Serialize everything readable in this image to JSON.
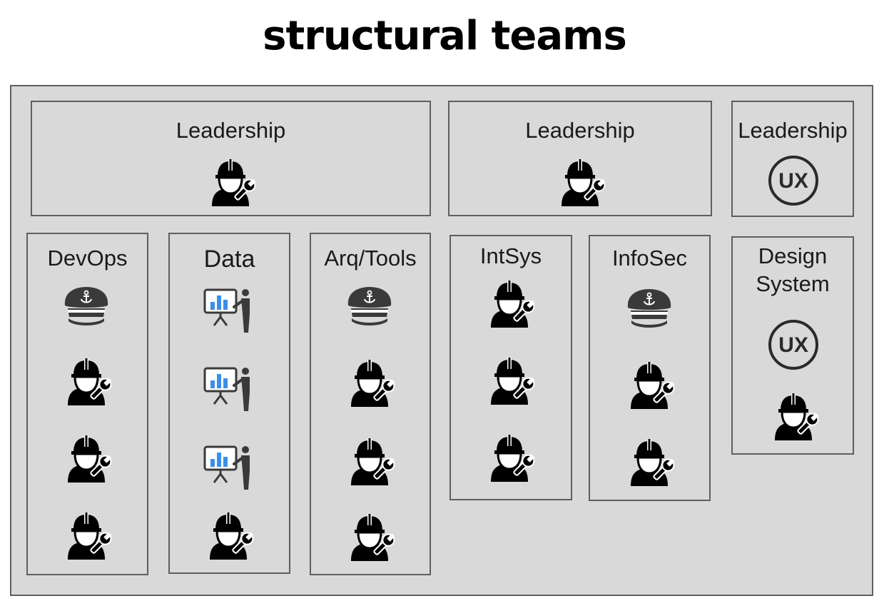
{
  "title": "structural teams",
  "teams": {
    "lead1": {
      "label": "Leadership",
      "icons": [
        "engineer-icon"
      ]
    },
    "lead2": {
      "label": "Leadership",
      "icons": [
        "engineer-icon"
      ]
    },
    "lead3": {
      "label": "Leadership",
      "icons": [
        "ux-icon"
      ]
    },
    "devops": {
      "label": "DevOps",
      "icons": [
        "captain-hat-icon",
        "engineer-icon",
        "engineer-icon",
        "engineer-icon"
      ]
    },
    "data": {
      "label": "Data",
      "icons": [
        "data-presenter-icon",
        "data-presenter-icon",
        "data-presenter-icon",
        "engineer-icon"
      ]
    },
    "arq": {
      "label": "Arq/Tools",
      "icons": [
        "captain-hat-icon",
        "engineer-icon",
        "engineer-icon",
        "engineer-icon"
      ]
    },
    "intsys": {
      "label": "IntSys",
      "icons": [
        "engineer-icon",
        "engineer-icon",
        "engineer-icon"
      ]
    },
    "infosec": {
      "label": "InfoSec",
      "icons": [
        "captain-hat-icon",
        "engineer-icon",
        "engineer-icon"
      ]
    },
    "design": {
      "label_line1": "Design",
      "label_line2": "System",
      "icons": [
        "ux-icon",
        "engineer-icon"
      ]
    }
  },
  "ux_text": "UX",
  "colors": {
    "panel": "#d9d9d9",
    "border": "#5f5f5f",
    "chart_blue": "#3b8fe8"
  }
}
